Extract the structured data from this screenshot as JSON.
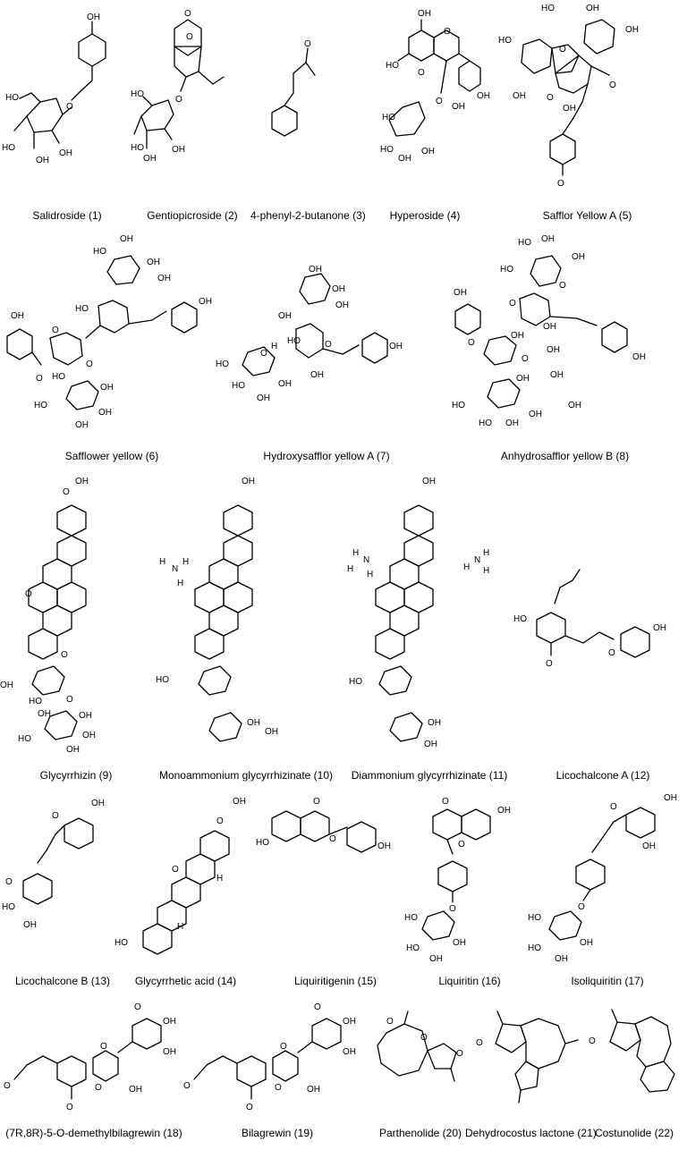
{
  "compounds": [
    {
      "label": "Salidroside (1)"
    },
    {
      "label": "Gentiopicroside (2)"
    },
    {
      "label": "4-phenyl-2-butanone (3)"
    },
    {
      "label": "Hyperoside (4)"
    },
    {
      "label": "Safflor Yellow A (5)"
    },
    {
      "label": "Safflower yellow (6)"
    },
    {
      "label": "Hydroxysafflor yellow A (7)"
    },
    {
      "label": "Anhydrosafflor yellow B (8)"
    },
    {
      "label": "Glycyrrhizin (9)"
    },
    {
      "label": "Monoammonium glycyrrhizinate (10)"
    },
    {
      "label": "Diammonium glycyrrhizinate (11)"
    },
    {
      "label": "Licochalcone A (12)"
    },
    {
      "label": "Licochalcone B (13)"
    },
    {
      "label": "Glycyrrhetic acid (14)"
    },
    {
      "label": "Liquiritigenin (15)"
    },
    {
      "label": "Liquiritin (16)"
    },
    {
      "label": "Isoliquiritin (17)"
    },
    {
      "label": "(7R,8R)-5-O-demethylbilagrewin (18)"
    },
    {
      "label": "Bilagrewin (19)"
    },
    {
      "label": "Parthenolide (20)"
    },
    {
      "label": "Dehydrocostus lactone (21)"
    },
    {
      "label": "Costunolide (22)"
    }
  ],
  "atom_labels": {
    "oh": "OH",
    "ho": "HO",
    "o": "O",
    "h": "H",
    "nh3_n": "N",
    "nh3_h": "H"
  }
}
